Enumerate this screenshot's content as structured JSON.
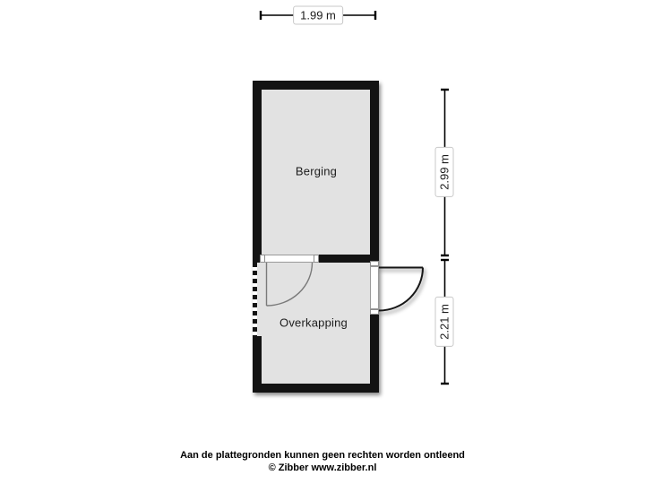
{
  "floorplan": {
    "rooms": [
      {
        "label": "Berging"
      },
      {
        "label": "Overkapping"
      }
    ],
    "features": {
      "interior_door": "door swinging from Berging wall into Overkapping",
      "exterior_door": "door in right wall swinging outward",
      "open_side": "dashed open wall on left of Overkapping"
    }
  },
  "dimensions": {
    "top": "1.99 m",
    "right_upper": "2.99 m",
    "right_lower": "2.21 m"
  },
  "footer": {
    "disclaimer": "Aan de plattegronden kunnen geen rechten worden ontleend",
    "credit": "© Zibber www.zibber.nl"
  },
  "colors": {
    "background": "#ffffff",
    "wall": "#131313",
    "floor": "#e2e2e2",
    "dimension_line": "#000000",
    "label_border": "#c8c8c8",
    "interior_door_stroke": "#7a7a7a",
    "exterior_door_stroke": "#161616"
  }
}
